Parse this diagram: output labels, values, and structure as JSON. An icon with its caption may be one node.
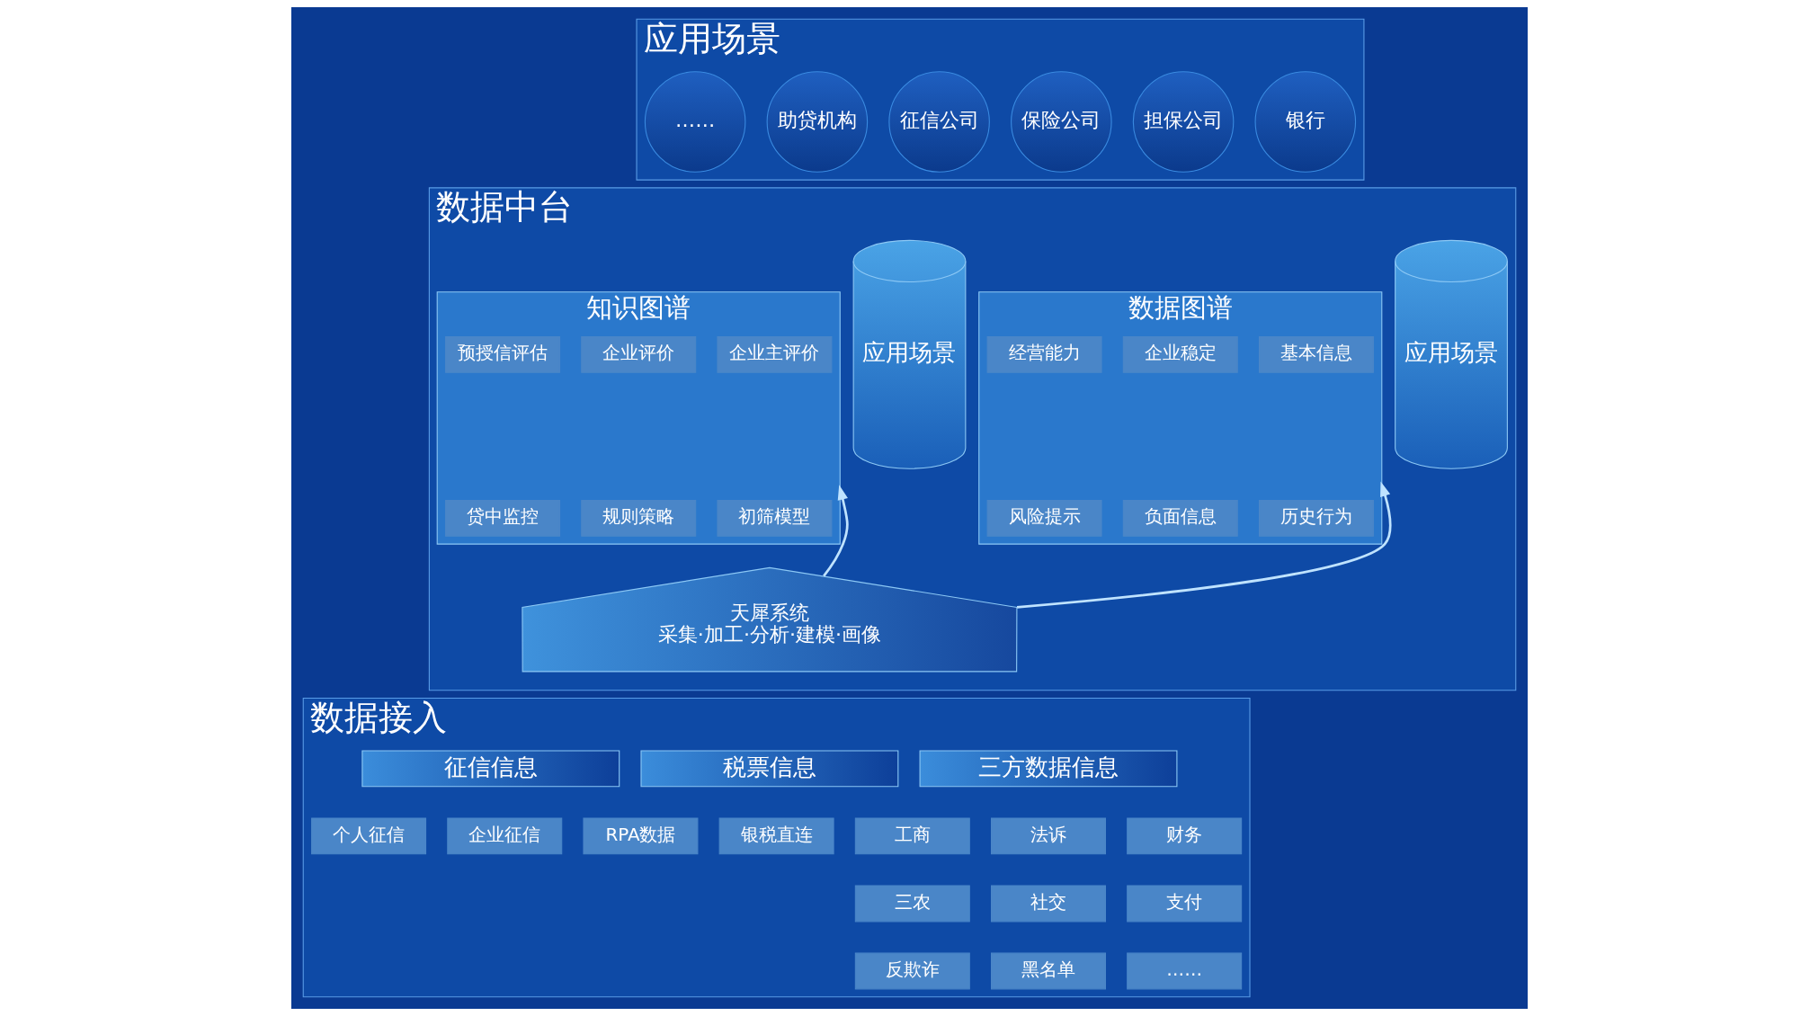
{
  "diagram": {
    "nodes": [
      {
        "text": [
          "应用场景"
        ]
      },
      {
        "text": [
          "银行"
        ],
        "in": 0
      },
      {
        "text": [
          "担保公司"
        ],
        "in": 0
      },
      {
        "text": [
          "保险公司"
        ],
        "in": 0
      },
      {
        "text": [
          "征信公司"
        ],
        "in": 0
      },
      {
        "text": [
          "助贷机构"
        ],
        "in": 0
      },
      {
        "text": [
          "……"
        ],
        "in": 0
      },
      {
        "text": [
          "数据中台"
        ]
      },
      {
        "text": [
          "应用场景"
        ],
        "in": 7
      },
      {
        "text": [
          "数据图谱"
        ],
        "in": 7
      },
      {
        "text": [
          "基本信息"
        ],
        "in": 9
      },
      {
        "text": [
          "企业稳定"
        ],
        "in": 9
      },
      {
        "text": [
          "经营能力"
        ],
        "in": 9
      },
      {
        "text": [
          "历史行为"
        ],
        "in": 9
      },
      {
        "text": [
          "负面信息"
        ],
        "in": 9
      },
      {
        "text": [
          "风险提示"
        ],
        "in": 9
      },
      {
        "text": [
          "知识图谱"
        ],
        "in": 7
      },
      {
        "text": [
          "企业主评价"
        ],
        "in": 16
      },
      {
        "text": [
          "企业评价"
        ],
        "in": 16
      },
      {
        "text": [
          "预授信评估"
        ],
        "in": 16
      },
      {
        "text": [
          "初筛模型"
        ],
        "in": 16
      },
      {
        "text": [
          "规则策略"
        ],
        "in": 16
      },
      {
        "text": [
          "贷中监控"
        ],
        "in": 16
      },
      {
        "text": [
          "天犀系统",
          "采集·加工·分析·建模·画像"
        ],
        "in": 7
      },
      {
        "text": [
          "应用场景"
        ],
        "in": 7
      },
      {
        "text": [
          "数据接入"
        ]
      },
      {
        "text": [
          "三方数据信息"
        ],
        "in": 25
      },
      {
        "text": [
          "工商"
        ],
        "in": 25
      },
      {
        "text": [
          "法诉"
        ],
        "in": 25
      },
      {
        "text": [
          "财务"
        ],
        "in": 25
      },
      {
        "text": [
          "三农"
        ],
        "in": 25
      },
      {
        "text": [
          "社交"
        ],
        "in": 25
      },
      {
        "text": [
          "支付"
        ],
        "in": 25
      },
      {
        "text": [
          "反欺诈"
        ],
        "in": 25
      },
      {
        "text": [
          "黑名单"
        ],
        "in": 25
      },
      {
        "text": [
          "……"
        ],
        "in": 25
      },
      {
        "text": [
          "税票信息"
        ],
        "in": 25
      },
      {
        "text": [
          "RPA数据"
        ],
        "in": 25
      },
      {
        "text": [
          "银税直连"
        ],
        "in": 25
      },
      {
        "text": [
          "征信信息"
        ],
        "in": 25
      },
      {
        "text": [
          "个人征信"
        ],
        "in": 25
      },
      {
        "text": [
          "企业征信"
        ],
        "in": 25
      }
    ],
    "edges": [
      {
        "from": 23,
        "to": 9,
        "arrow": "to"
      },
      {
        "from": 23,
        "to": 16,
        "arrow": "to"
      }
    ]
  }
}
